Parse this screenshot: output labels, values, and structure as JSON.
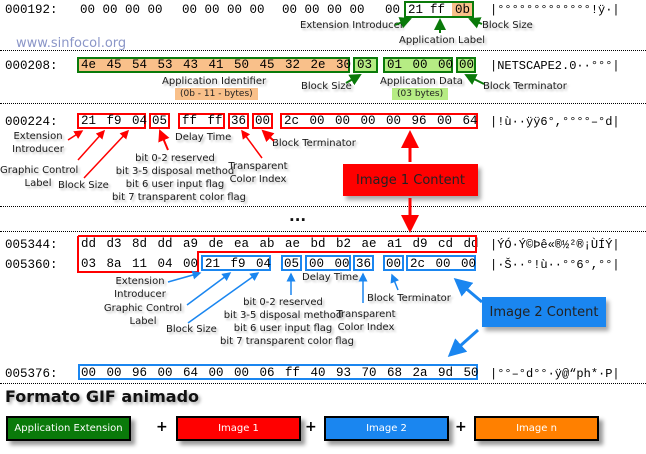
{
  "watermark": "www.sinfocol.org",
  "rows": [
    {
      "offset": "000192:",
      "groups": [
        "00 00 00 00",
        "00 00 00 00",
        "00 00 00 00",
        "00"
      ],
      "highlight": [
        "21",
        "ff",
        "0b"
      ],
      "ascii": "|°°°°°°°°°°°°°!ÿ·|"
    },
    {
      "offset": "000208:",
      "identifier": "4e 45 54 53  43 41 50 45  32 2e 30",
      "block_size": "03",
      "app_data": "01 00 00",
      "terminator": "00",
      "ascii": "|NETSCAPE2.0··°°°|"
    },
    {
      "offset": "000224:",
      "gce_head": "21 f9 04",
      "packed": "05",
      "delay": "ff ff",
      "transparent": "36",
      "terminator": "00",
      "image": "2c 00 00 00  00 96 00 64",
      "ascii": "|!ù··ÿÿ6°,°°°°–°d|"
    },
    {
      "ellipsis": "..."
    },
    {
      "offset": "005344:",
      "data": "dd d3 8d dd  a9 de ea ab  ae bd b2 ae  a1 d9 cd dd",
      "ascii": "|ÝÓ·Ý©Þê«®½²®¡ÙÍÝ|"
    },
    {
      "offset": "005360:",
      "image1_tail": "03 8a 11 04  00",
      "gce_head": "21 f9 04",
      "packed": "05",
      "delay": "00 00",
      "transparent": "36",
      "terminator": "00",
      "image": "2c 00 00",
      "ascii": "|·Š··°!ù··°°6°,°°|"
    },
    {
      "offset": "005376:",
      "data": "00 00 96 00  64 00 00 06  ff 40 93 70  68 2a 9d 50",
      "ascii": "|°°–°d°°·ÿ@“ph*·P|"
    }
  ],
  "annotations": {
    "app_ext": {
      "extension_introducer": "Extension Introducer",
      "application_label": "Application Label",
      "block_size": "Block Size",
      "application_identifier": "Application Identifier",
      "identifier_size": "(0b - 11 - bytes)",
      "block_size2": "Block Size",
      "application_data": "Application Data",
      "data_size": "(03 bytes)",
      "block_terminator": "Block Terminator"
    },
    "gce1": {
      "extension_introducer": [
        "Extension",
        "Introducer"
      ],
      "graphic_control_label": [
        "Graphic Control",
        "Label"
      ],
      "block_size": "Block Size",
      "bits": [
        "bit 0-2 reserved",
        "bit 3-5 disposal method",
        "bit 6 user input flag",
        "bit 7 transparent color flag"
      ],
      "delay_time": "Delay Time",
      "transparent_color_index": [
        "Transparent",
        "Color Index"
      ],
      "block_terminator": "Block Terminator"
    },
    "gce2": {
      "extension_introducer": [
        "Extension",
        "Introducer"
      ],
      "graphic_control_label": [
        "Graphic Control",
        "Label"
      ],
      "block_size": "Block Size",
      "bits": [
        "bit 0-2 reserved",
        "bit 3-5 disposal method",
        "bit 6 user input flag",
        "bit 7 transparent color flag"
      ],
      "delay_time": "Delay Time",
      "transparent_color_index": [
        "Transparent",
        "Color Index"
      ],
      "block_terminator": "Block Terminator"
    },
    "image1_content": "Image 1 Content",
    "image2_content": "Image 2 Content"
  },
  "legend": {
    "title": "Formato GIF animado",
    "items": [
      {
        "label": "Application Extension",
        "color": "#0a7a0a"
      },
      {
        "label": "Image 1",
        "color": "#ff0000"
      },
      {
        "label": "Image 2",
        "color": "#1a86f0"
      },
      {
        "label": "Image n",
        "color": "#ff8000"
      }
    ],
    "plus": "+"
  },
  "colors": {
    "app_ext": "#0a7a0a",
    "image1": "#ff0000",
    "image2": "#1a86f0",
    "image_n": "#ff8000",
    "identifier_fill": "#f9c08a",
    "data_fill": "#b6ec84"
  }
}
